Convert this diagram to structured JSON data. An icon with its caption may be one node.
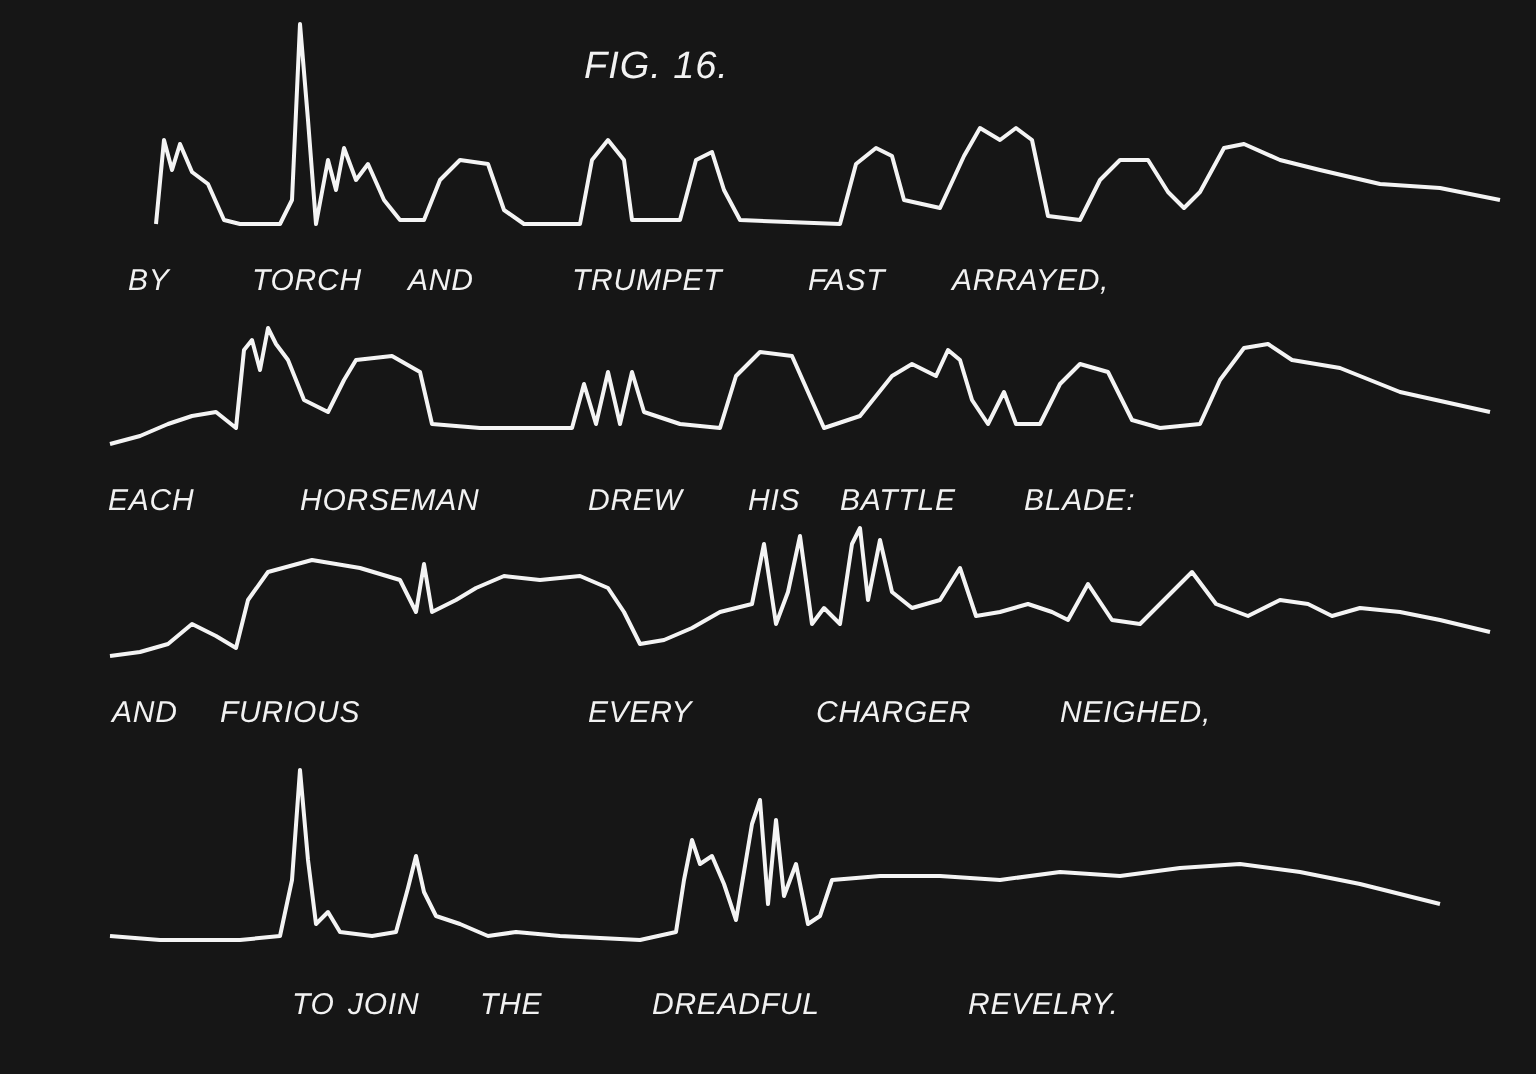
{
  "diagram": {
    "title": "FIG. 16.",
    "labels": [
      "BY",
      "TORCH",
      "AND",
      "TRUMPET",
      "FAST",
      "ARRAYED,",
      "EACH",
      "HORSEMAN",
      "DREW",
      "HIS",
      "BATTLE",
      "BLADE:",
      "AND",
      "FURIOUS",
      "EVERY",
      "CHARGER",
      "NEIGHED,",
      "TO",
      "JOIN",
      "THE",
      "DREADFUL",
      "REVELRY."
    ]
  }
}
